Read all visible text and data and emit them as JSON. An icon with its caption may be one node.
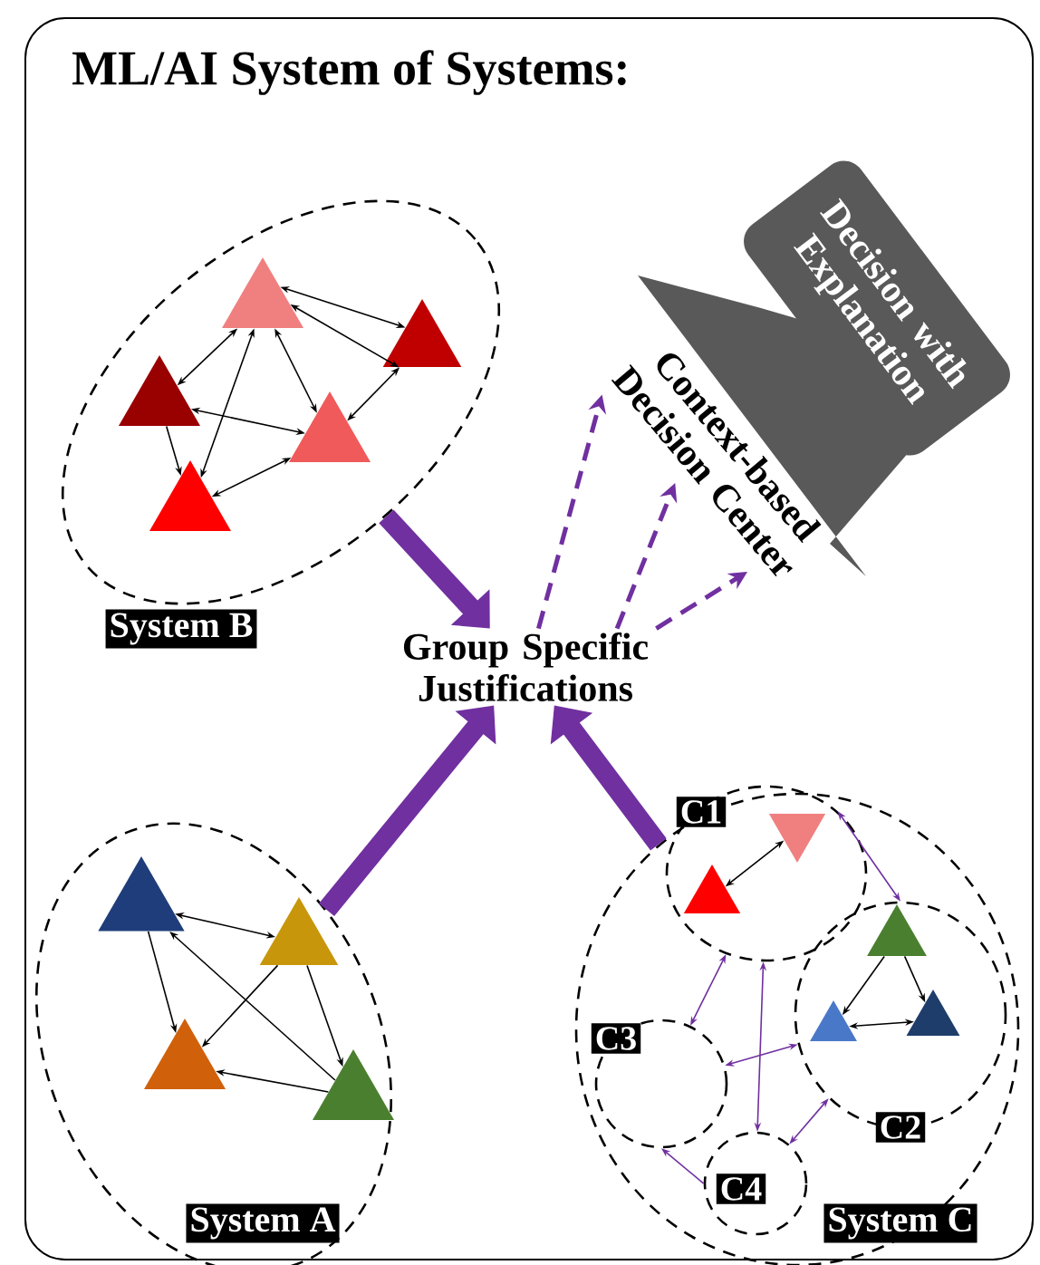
{
  "diagram": {
    "title": "ML/AI System of Systems:",
    "nodes": [
      {
        "text": [
          "System B"
        ]
      },
      {
        "text": [],
        "shape": "triangle",
        "in": 0
      },
      {
        "text": [],
        "shape": "triangle",
        "in": 0
      },
      {
        "text": [],
        "shape": "triangle",
        "in": 0
      },
      {
        "text": [],
        "shape": "triangle",
        "in": 0
      },
      {
        "text": [],
        "shape": "triangle",
        "in": 0
      },
      {
        "text": [
          "Group Specific Justifications"
        ]
      },
      {
        "text": [
          "Context-based Decision Center"
        ]
      },
      {
        "text": [
          "Decision with Explanation"
        ]
      },
      {
        "text": [
          "System A"
        ]
      },
      {
        "text": [],
        "shape": "triangle",
        "in": 9
      },
      {
        "text": [],
        "shape": "triangle",
        "in": 9
      },
      {
        "text": [],
        "shape": "triangle",
        "in": 9
      },
      {
        "text": [],
        "shape": "triangle",
        "in": 9
      },
      {
        "text": [
          "System C"
        ]
      },
      {
        "text": [
          "C1"
        ],
        "in": 14
      },
      {
        "text": [],
        "shape": "triangle",
        "in": 15
      },
      {
        "text": [],
        "shape": "triangle",
        "in": 15
      },
      {
        "text": [
          "C2"
        ],
        "in": 14
      },
      {
        "text": [],
        "shape": "triangle",
        "in": 18
      },
      {
        "text": [],
        "shape": "triangle",
        "in": 18
      },
      {
        "text": [],
        "shape": "triangle",
        "in": 18
      },
      {
        "text": [
          "C3"
        ],
        "in": 14
      },
      {
        "text": [
          "C4"
        ],
        "in": 14
      }
    ],
    "edges": [
      {
        "from": 1,
        "to": 2,
        "arrow": "both"
      },
      {
        "from": 1,
        "to": 2,
        "arrow": "both"
      },
      {
        "from": 1,
        "to": 3,
        "arrow": "both"
      },
      {
        "from": 1,
        "to": 4,
        "arrow": "both"
      },
      {
        "from": 1,
        "to": 5,
        "arrow": "both"
      },
      {
        "from": 3,
        "to": 4,
        "arrow": "both"
      },
      {
        "from": 3,
        "to": 5,
        "arrow": "to"
      },
      {
        "from": 5,
        "to": 4,
        "arrow": "both"
      },
      {
        "from": 2,
        "to": 4,
        "arrow": "both"
      },
      {
        "from": 10,
        "to": 11,
        "arrow": "both"
      },
      {
        "from": 10,
        "to": 12,
        "arrow": "to"
      },
      {
        "from": 11,
        "to": 12,
        "arrow": "to"
      },
      {
        "from": 11,
        "to": 13,
        "arrow": "to"
      },
      {
        "from": 13,
        "to": 12,
        "arrow": "to"
      },
      {
        "from": 13,
        "to": 10,
        "arrow": "to"
      },
      {
        "from": 16,
        "to": 17,
        "arrow": "both"
      },
      {
        "from": 19,
        "to": 20,
        "arrow": "to"
      },
      {
        "from": 19,
        "to": 21,
        "arrow": "to"
      },
      {
        "from": 21,
        "to": 20,
        "arrow": "both"
      },
      {
        "from": 15,
        "to": 18,
        "arrow": "both",
        "color": "#7030a0"
      },
      {
        "from": 15,
        "to": 22,
        "arrow": "both",
        "color": "#7030a0"
      },
      {
        "from": 15,
        "to": 23,
        "arrow": "both",
        "color": "#7030a0"
      },
      {
        "from": 22,
        "to": 18,
        "arrow": "both",
        "color": "#7030a0"
      },
      {
        "from": 23,
        "to": 22,
        "arrow": "to",
        "color": "#7030a0"
      },
      {
        "from": 23,
        "to": 18,
        "arrow": "both",
        "color": "#7030a0"
      },
      {
        "from": 0,
        "to": 6,
        "arrow": "to",
        "style": "thick",
        "color": "#7030a0"
      },
      {
        "from": 9,
        "to": 6,
        "arrow": "to",
        "style": "thick",
        "color": "#7030a0"
      },
      {
        "from": 14,
        "to": 6,
        "arrow": "to",
        "style": "thick",
        "color": "#7030a0"
      },
      {
        "from": 6,
        "to": 7,
        "arrow": "to",
        "style": "dashed",
        "color": "#7030a0"
      },
      {
        "from": 6,
        "to": 7,
        "arrow": "to",
        "style": "dashed",
        "color": "#7030a0"
      },
      {
        "from": 6,
        "to": 7,
        "arrow": "to",
        "style": "dashed",
        "color": "#7030a0"
      }
    ]
  }
}
